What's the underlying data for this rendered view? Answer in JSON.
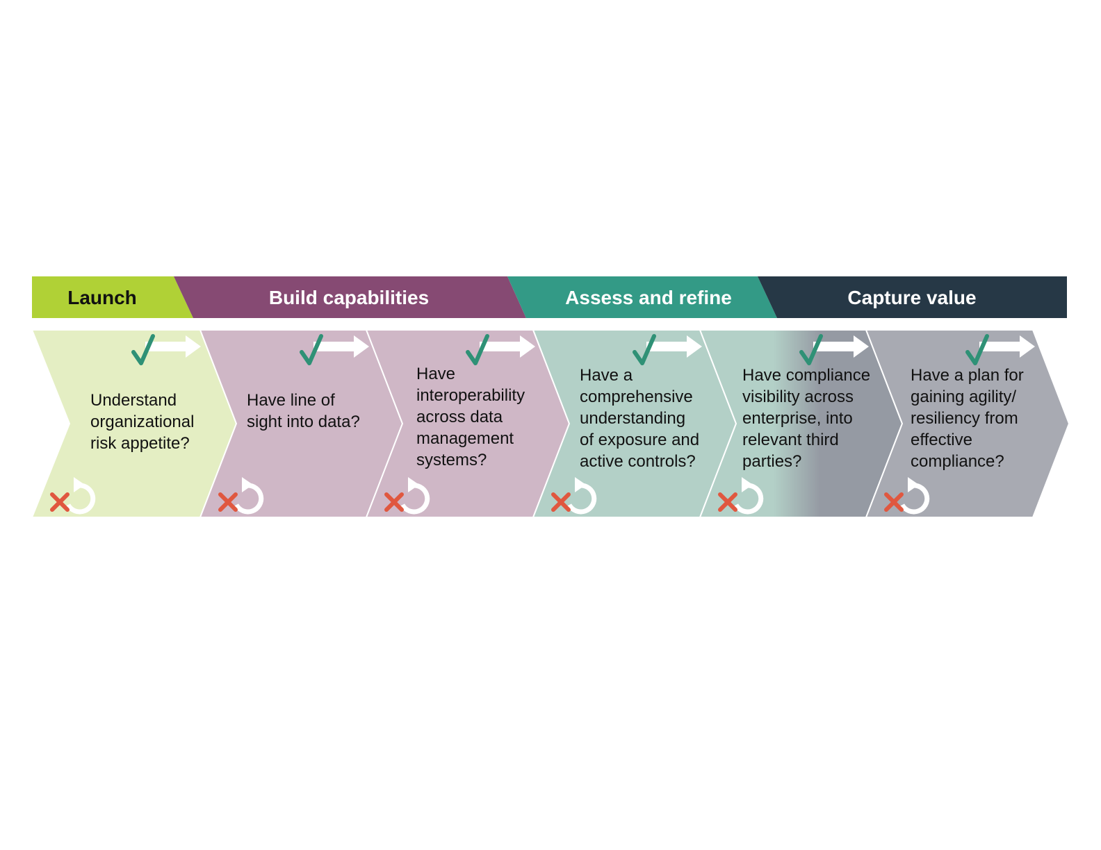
{
  "phases": [
    {
      "label": "Launch",
      "color": "#b0d136",
      "text_color": "#111111"
    },
    {
      "label": "Build capabilities",
      "color": "#864a73",
      "text_color": "#ffffff"
    },
    {
      "label": "Assess and refine",
      "color": "#339a86",
      "text_color": "#ffffff"
    },
    {
      "label": "Capture value",
      "color": "#263846",
      "text_color": "#ffffff"
    }
  ],
  "steps": [
    {
      "lines": [
        "Understand",
        "organizational",
        "risk appetite?"
      ],
      "color": "#e4eec3"
    },
    {
      "lines": [
        "Have line of",
        "sight into data?"
      ],
      "color": "#cfb7c6"
    },
    {
      "lines": [
        "Have",
        "interoperability",
        "across data",
        "management",
        "systems?"
      ],
      "color": "#cfb7c6"
    },
    {
      "lines": [
        "Have a",
        "comprehensive",
        "understanding",
        "of exposure and",
        "active controls?"
      ],
      "color": "#b3d0c7"
    },
    {
      "lines": [
        "Have compliance",
        "visibility across",
        "enterprise, into",
        "relevant third",
        "parties?"
      ],
      "color": "#b3d0c7",
      "fade_to": "#9a9ea6"
    },
    {
      "lines": [
        "Have a plan for",
        "gaining agility/",
        "resiliency from",
        "effective",
        "compliance?"
      ],
      "color": "#a8aab2"
    }
  ],
  "icons": {
    "check_color": "#2f9176",
    "cross_color": "#e0573f",
    "arrow_color": "#ffffff"
  }
}
